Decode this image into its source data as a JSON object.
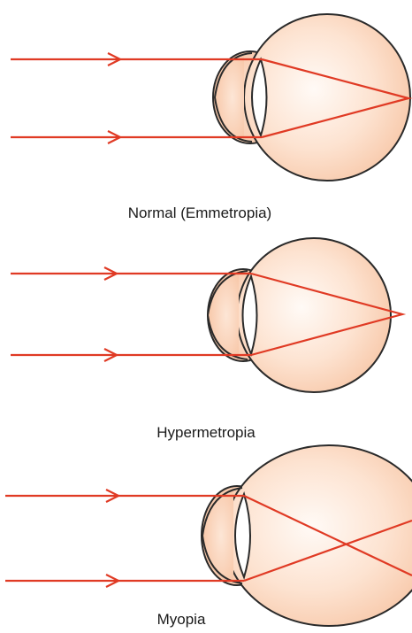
{
  "colors": {
    "ray": "#e03a24",
    "eye_fill_center": "#fffaf6",
    "eye_fill_edge": "#f7c6a6",
    "outline": "#2a2a2a",
    "background": "#ffffff"
  },
  "panels": [
    {
      "id": "normal",
      "caption": "Normal (Emmetropia)"
    },
    {
      "id": "hypermetropia",
      "caption": "Hypermetropia"
    },
    {
      "id": "myopia",
      "caption": "Myopia"
    }
  ]
}
